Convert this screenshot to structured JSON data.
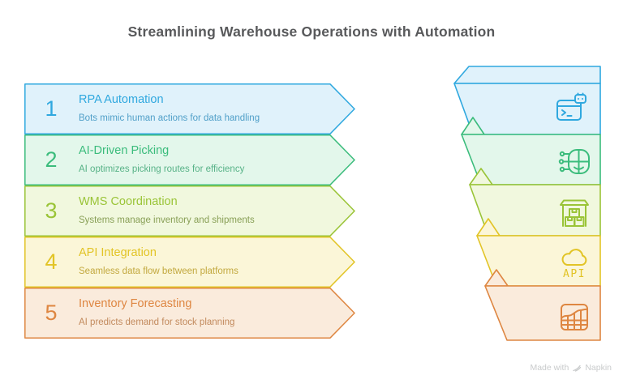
{
  "title": "Streamlining Warehouse Operations with Automation",
  "items": [
    {
      "number": "1",
      "title": "RPA Automation",
      "description": "Bots mimic human actions for data handling",
      "icon": "robot-terminal-icon",
      "accent": "#2FA8DF",
      "muted": "#4F9FC8",
      "bg": "#E0F2FB"
    },
    {
      "number": "2",
      "title": "AI-Driven Picking",
      "description": "AI optimizes picking routes for efficiency",
      "icon": "ai-head-circuit-icon",
      "accent": "#3BBC7C",
      "muted": "#57B287",
      "bg": "#E3F7EB"
    },
    {
      "number": "3",
      "title": "WMS Coordination",
      "description": "Systems manage inventory and shipments",
      "icon": "warehouse-boxes-icon",
      "accent": "#9AC437",
      "muted": "#889F56",
      "bg": "#F1F8DE"
    },
    {
      "number": "4",
      "title": "API Integration",
      "description": "Seamless data flow between platforms",
      "icon": "api-cloud-icon",
      "icon_label": "API",
      "accent": "#E2C426",
      "muted": "#C2A83E",
      "bg": "#FBF6D8"
    },
    {
      "number": "5",
      "title": "Inventory Forecasting",
      "description": "AI predicts demand for stock planning",
      "icon": "forecast-table-icon",
      "accent": "#DE8641",
      "muted": "#C28A5D",
      "bg": "#FAEBDC"
    }
  ],
  "watermark": {
    "made_with": "Made with",
    "brand": "Napkin"
  },
  "colors": {
    "title_text": "#58595B",
    "watermark_text": "#C9CBCC",
    "background": "#FFFFFF"
  }
}
